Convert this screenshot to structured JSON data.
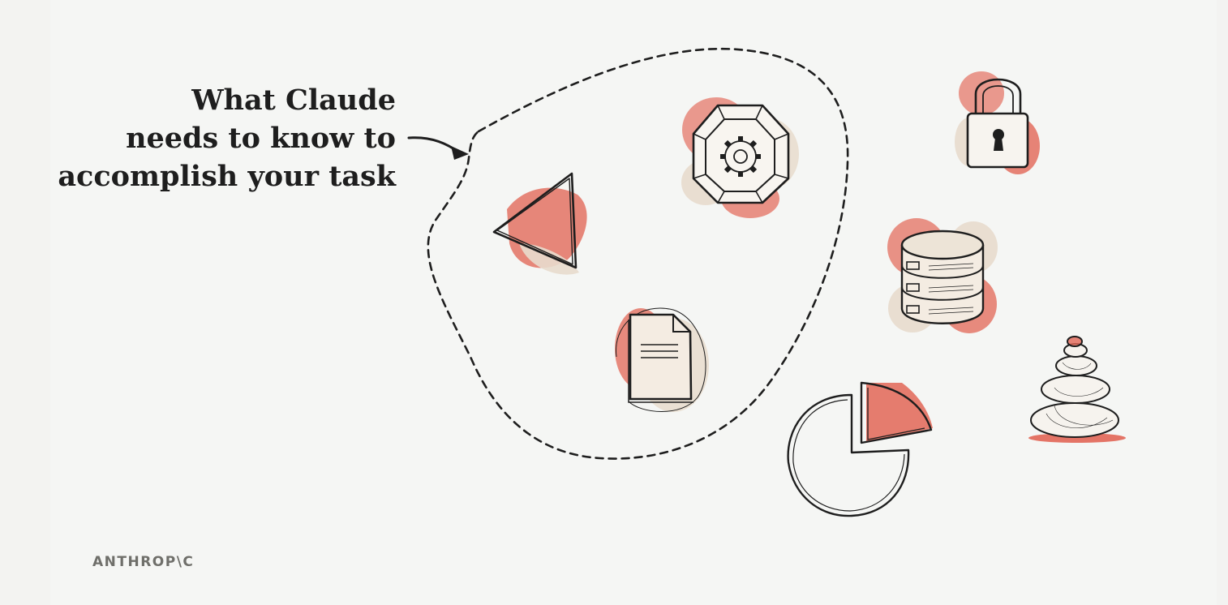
{
  "headline": {
    "line1": "What Claude",
    "line2": "needs to know to",
    "line3": "accomplish your task"
  },
  "logo": {
    "text": "ANTHROP\\C"
  },
  "icons": {
    "inside_boundary": [
      "triangle-icon",
      "gear-icon",
      "document-icon"
    ],
    "outside_boundary": [
      "lock-icon",
      "database-icon",
      "pie-chart-icon",
      "stacked-stones-icon"
    ]
  },
  "colors": {
    "background": "#f5f6f4",
    "accent": "#d9604f",
    "beige": "#e8ddd0",
    "ink": "#1e1e1e",
    "logo": "#6f6f6a"
  }
}
